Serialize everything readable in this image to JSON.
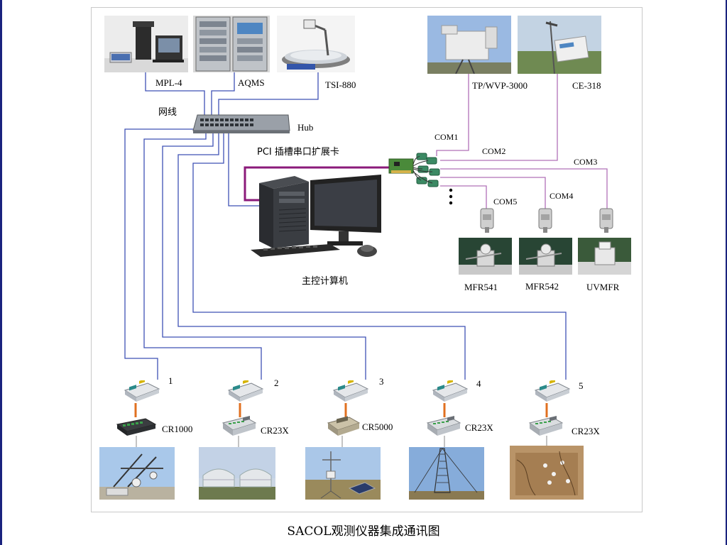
{
  "caption": "SACOL观测仪器集成通讯图",
  "labels": {
    "mpl": "MPL-4",
    "aqms": "AQMS",
    "tsi": "TSI-880",
    "tp": "TP/WVP-3000",
    "ce": "CE-318",
    "wire": "网线",
    "hub": "Hub",
    "com1": "COM1",
    "com2": "COM2",
    "com3": "COM3",
    "com4": "COM4",
    "com5": "COM5",
    "pci": "PCI 插槽串口扩展卡",
    "host": "主控计算机",
    "mfr541": "MFR541",
    "mfr542": "MFR542",
    "uvmfr": "UVMFR",
    "n1": "1",
    "n2": "2",
    "n3": "3",
    "n4": "4",
    "n5": "5",
    "l1": "CR1000",
    "l2": "CR23X",
    "l3": "CR5000",
    "l4": "CR23X",
    "l5": "CR23X"
  },
  "colors": {
    "network_wire": "#3f51b5",
    "serial_wire": "#b070b8",
    "pc_cable": "#8b1a7a",
    "logger_cable": "#e07020"
  }
}
